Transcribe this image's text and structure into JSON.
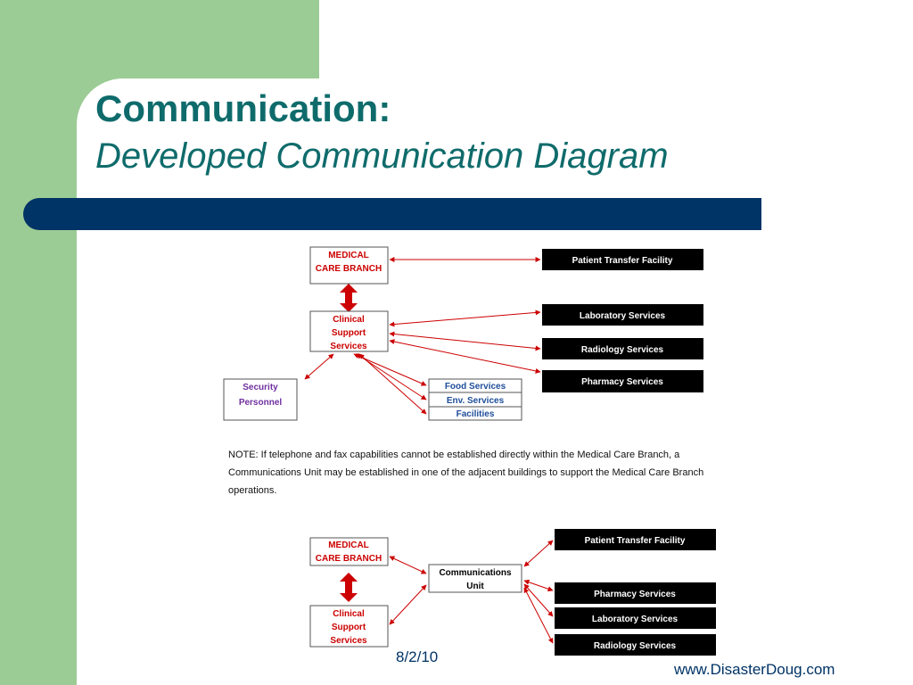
{
  "slide": {
    "title": "Communication:",
    "subtitle": "Developed Communication Diagram",
    "date": "8/2/10",
    "website": "www.DisasterDoug.com",
    "colors": {
      "green": "#9ccc95",
      "navy": "#003366",
      "teal_title": "#0f6b6b",
      "red": "#cc0000",
      "blue_text": "#1f4e9a"
    }
  },
  "diagram_top": {
    "medical_care_branch": [
      "MEDICAL",
      "CARE BRANCH"
    ],
    "clinical_support": [
      "Clinical",
      "Support",
      "Services"
    ],
    "security": [
      "Security",
      "Personnel"
    ],
    "patient_transfer": "Patient Transfer Facility",
    "laboratory": "Laboratory Services",
    "radiology": "Radiology Services",
    "pharmacy": "Pharmacy Services",
    "food": "Food Services",
    "env": "Env. Services",
    "facilities": "Facilities"
  },
  "note": "NOTE: If telephone and fax capabilities cannot be established directly within the Medical Care Branch, a Communications Unit may be established in one of the adjacent buildings to support the Medical Care Branch operations.",
  "diagram_bottom": {
    "medical_care_branch": [
      "MEDICAL",
      "CARE BRANCH"
    ],
    "clinical_support": [
      "Clinical",
      "Support",
      "Services"
    ],
    "communications_unit": [
      "Communications",
      "Unit"
    ],
    "patient_transfer": "Patient Transfer Facility",
    "pharmacy": "Pharmacy Services",
    "laboratory": "Laboratory Services",
    "radiology": "Radiology Services"
  }
}
